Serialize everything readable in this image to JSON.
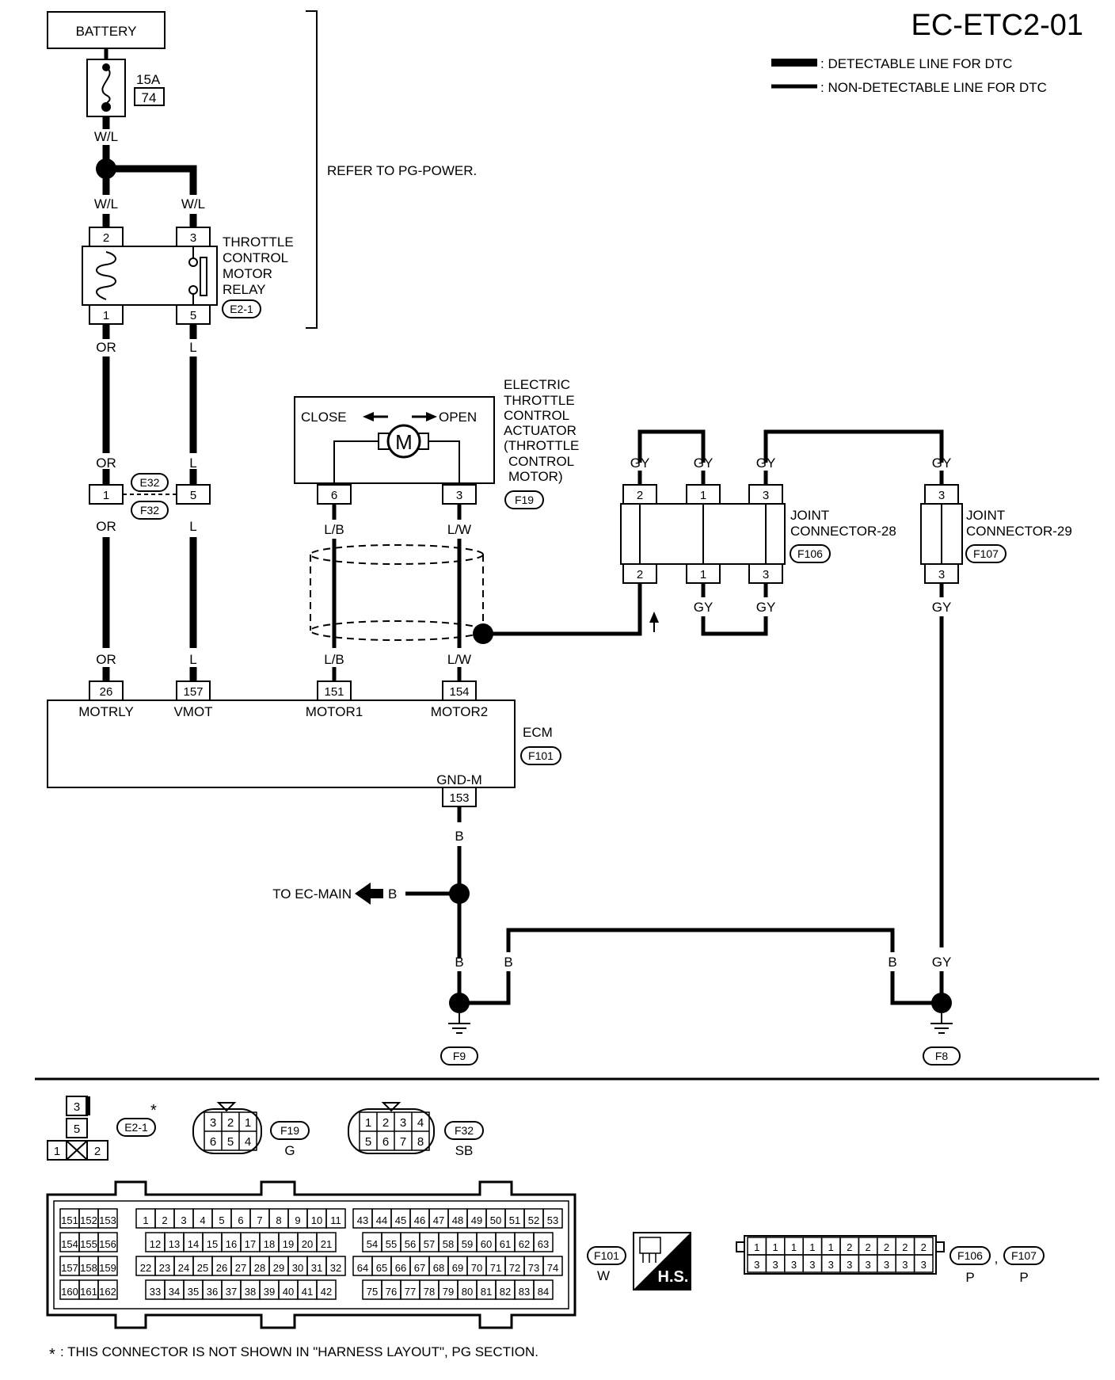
{
  "header": {
    "title": "EC-ETC2-01",
    "legend": {
      "detectable": ": DETECTABLE LINE FOR DTC",
      "non_detectable": ": NON-DETECTABLE LINE FOR DTC"
    }
  },
  "power": {
    "battery": "BATTERY",
    "fuse_rating": "15A",
    "fuse_number": "74",
    "refer_note": "REFER TO PG-POWER."
  },
  "relay": {
    "name": [
      "THROTTLE",
      "CONTROL",
      "MOTOR",
      "RELAY"
    ],
    "connector": "E2-1",
    "pins": {
      "p2": "2",
      "p3": "3",
      "p1": "1",
      "p5": "5"
    }
  },
  "wire_colors": {
    "wl": "W/L",
    "or": "OR",
    "l": "L",
    "lb": "L/B",
    "lw": "L/W",
    "gy": "GY",
    "b": "B"
  },
  "inline_connector": {
    "upper": "E32",
    "lower": "F32",
    "pin_a": "1",
    "pin_b": "5"
  },
  "actuator": {
    "name": [
      "ELECTRIC",
      "THROTTLE",
      "CONTROL",
      "ACTUATOR",
      "(THROTTLE",
      "CONTROL",
      "MOTOR)"
    ],
    "close": "CLOSE",
    "open": "OPEN",
    "motor_symbol": "M",
    "connector": "F19",
    "pin_a": "6",
    "pin_b": "3"
  },
  "joint28": {
    "name": [
      "JOINT",
      "CONNECTOR-28"
    ],
    "connector": "F106",
    "pins": [
      "2",
      "1",
      "3"
    ]
  },
  "joint29": {
    "name": [
      "JOINT",
      "CONNECTOR-29"
    ],
    "connector": "F107",
    "pin": "3"
  },
  "ecm": {
    "name": "ECM",
    "connector": "F101",
    "terminals": [
      {
        "pin": "26",
        "label": "MOTRLY"
      },
      {
        "pin": "157",
        "label": "VMOT"
      },
      {
        "pin": "151",
        "label": "MOTOR1"
      },
      {
        "pin": "154",
        "label": "MOTOR2"
      }
    ],
    "gnd_label": "GND-M",
    "gnd_pin": "153"
  },
  "ground": {
    "to_ec_main": "TO EC-MAIN",
    "f9": "F9",
    "f8": "F8"
  },
  "connector_views": {
    "e2_1": {
      "id": "E2-1",
      "star": "*",
      "pins": [
        "3",
        "5",
        "1",
        "2"
      ]
    },
    "f19": {
      "id": "F19",
      "color": "G",
      "top": [
        "3",
        "2",
        "1"
      ],
      "bottom": [
        "6",
        "5",
        "4"
      ]
    },
    "f32": {
      "id": "F32",
      "color": "SB",
      "top": [
        "1",
        "2",
        "3",
        "4"
      ],
      "bottom": [
        "5",
        "6",
        "7",
        "8"
      ]
    },
    "f101": {
      "id": "F101",
      "color": "W",
      "hs": "H.S.",
      "block_a": [
        [
          "151",
          "152",
          "153"
        ],
        [
          "154",
          "155",
          "156"
        ],
        [
          "157",
          "158",
          "159"
        ],
        [
          "160",
          "161",
          "162"
        ]
      ],
      "block_b": [
        [
          "1",
          "2",
          "3",
          "4",
          "5",
          "6",
          "7",
          "8",
          "9",
          "10",
          "11"
        ],
        [
          "12",
          "13",
          "14",
          "15",
          "16",
          "17",
          "18",
          "19",
          "20",
          "21"
        ],
        [
          "22",
          "23",
          "24",
          "25",
          "26",
          "27",
          "28",
          "29",
          "30",
          "31",
          "32"
        ],
        [
          "33",
          "34",
          "35",
          "36",
          "37",
          "38",
          "39",
          "40",
          "41",
          "42"
        ]
      ],
      "block_c": [
        [
          "43",
          "44",
          "45",
          "46",
          "47",
          "48",
          "49",
          "50",
          "51",
          "52",
          "53"
        ],
        [
          "54",
          "55",
          "56",
          "57",
          "58",
          "59",
          "60",
          "61",
          "62",
          "63"
        ],
        [
          "64",
          "65",
          "66",
          "67",
          "68",
          "69",
          "70",
          "71",
          "72",
          "73",
          "74"
        ],
        [
          "75",
          "76",
          "77",
          "78",
          "79",
          "80",
          "81",
          "82",
          "83",
          "84"
        ]
      ]
    },
    "f106_f107": {
      "ids": [
        "F106",
        "F107"
      ],
      "colors": [
        "P",
        "P"
      ],
      "separator": ",",
      "top": [
        "1",
        "1",
        "1",
        "1",
        "1",
        "2",
        "2",
        "2",
        "2",
        "2"
      ],
      "bottom": [
        "3",
        "3",
        "3",
        "3",
        "3",
        "3",
        "3",
        "3",
        "3",
        "3"
      ]
    }
  },
  "footnote": {
    "star": "*",
    "text": ": THIS CONNECTOR IS NOT SHOWN IN \"HARNESS LAYOUT\", PG SECTION."
  }
}
